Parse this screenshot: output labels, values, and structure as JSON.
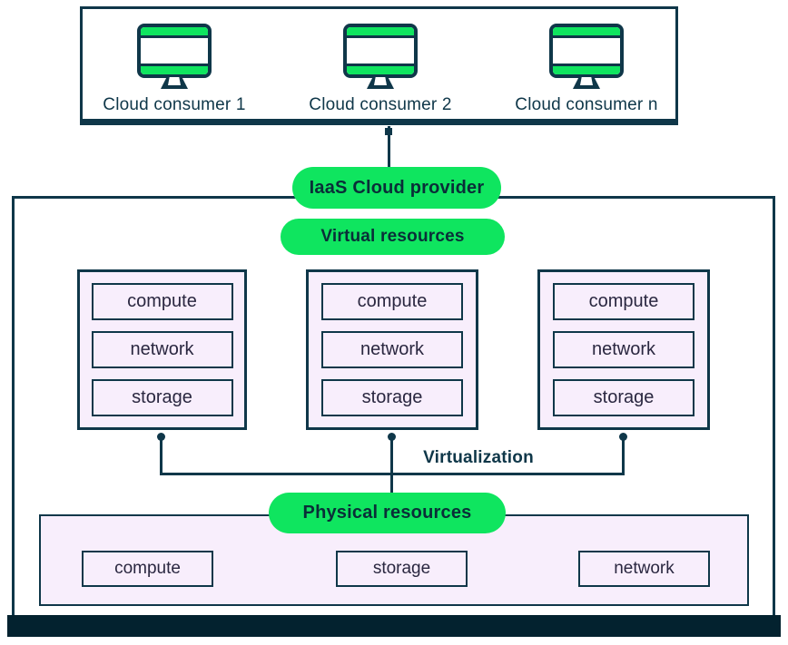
{
  "colors": {
    "ink": "#0f3749",
    "bottom_bar": "#03222f",
    "accent_green": "#0fe55f",
    "lavender_fill": "#f8eefc",
    "box_text": "#2a2740",
    "background": "#ffffff"
  },
  "consumers": {
    "items": [
      {
        "label": "Cloud consumer 1"
      },
      {
        "label": "Cloud consumer 2"
      },
      {
        "label": "Cloud consumer n"
      }
    ]
  },
  "provider": {
    "label": "IaaS Cloud provider"
  },
  "virtual": {
    "pill": "Virtual resources",
    "columns": [
      {
        "items": [
          "compute",
          "network",
          "storage"
        ]
      },
      {
        "items": [
          "compute",
          "network",
          "storage"
        ]
      },
      {
        "items": [
          "compute",
          "network",
          "storage"
        ]
      }
    ]
  },
  "virtualization_label": "Virtualization",
  "physical": {
    "pill": "Physical resources",
    "items": [
      "compute",
      "storage",
      "network"
    ]
  }
}
